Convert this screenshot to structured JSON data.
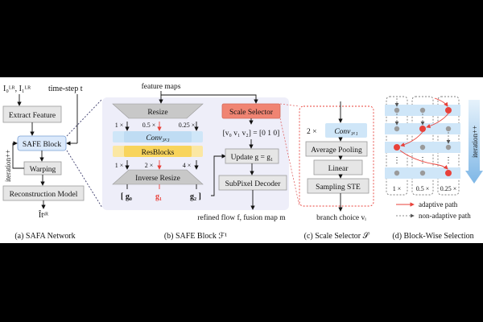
{
  "panel_a": {
    "inputs": "I₀ᴸᴿ, I₁ᴸᴿ",
    "timestep": "time-step t",
    "extract": "Extract Feature",
    "safe_block": "SAFE Block",
    "iteration": "iteration++",
    "warping": "Warping",
    "recon": "Reconstruction Model",
    "output": "Îtˢᴿ",
    "caption": "(a) SAFA Network"
  },
  "panel_b": {
    "feature_maps": "feature maps",
    "resize": "Resize",
    "scales": [
      "1 ×",
      "0.5 ×",
      "0.25 ×"
    ],
    "conv": "Conv₃ₓ₃",
    "resblocks": "ResBlocks",
    "up_scales": [
      "1 ×",
      "2 ×",
      "4 ×"
    ],
    "inverse_resize": "Inverse Resize",
    "g_labels": [
      "[ g₀",
      "g₁",
      "g₂ ]"
    ],
    "scale_selector": "Scale Selector",
    "v_vector": "[v₀  v₁  v₂] = [0  1  0]",
    "update": "Update g = g₁",
    "subpixel": "SubPixel Decoder",
    "refined": "refined flow f, fusion map m",
    "caption": "(b) SAFE Block ℱ¹"
  },
  "panel_c": {
    "conv_mult": "2 ×",
    "conv": "Conv₁ₓ₁",
    "avg_pool": "Average Pooling",
    "linear": "Linear",
    "ste": "Sampling STE",
    "branch": "branch choice vᵢ",
    "caption": "(c) Scale Selector 𝒮"
  },
  "panel_d": {
    "col_labels": [
      "1 ×",
      "0.5 ×",
      "0.25 ×"
    ],
    "iteration": "iteration++",
    "adaptive": "adaptive path",
    "non_adaptive": "non-adaptive path",
    "caption": "(d) Block-Wise Selection"
  },
  "colors": {
    "blue": "#cfe6f8",
    "yellow": "#f8d45c",
    "salmon": "#f08472",
    "red": "#e8413a",
    "lavender": "#eeeef9"
  }
}
